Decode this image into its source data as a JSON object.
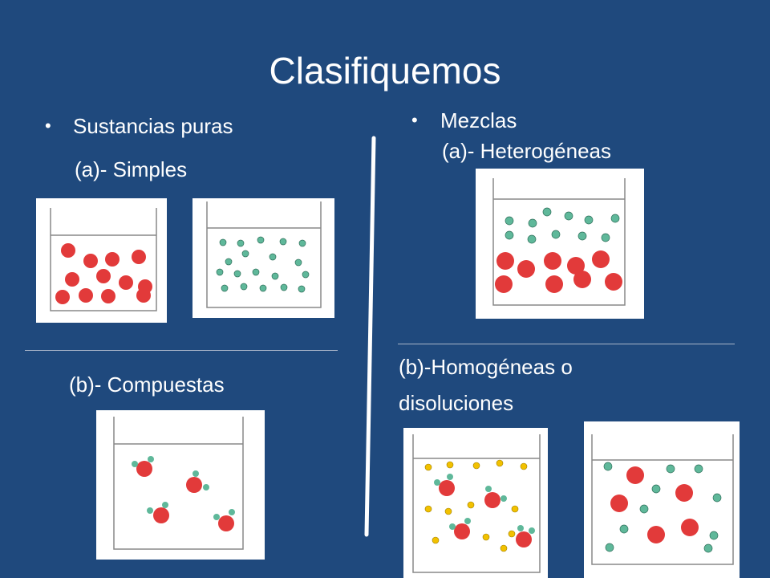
{
  "slide": {
    "title": "Clasifiquemos",
    "left": {
      "bullet": "•",
      "heading": "Sustancias puras",
      "simple_label": "(a)- Simples",
      "compound_label": "(b)- Compuestas"
    },
    "right": {
      "bullet": "•",
      "heading": "Mezclas",
      "hetero_label": "(a)- Heterogéneas",
      "homo_label_line1": "(b)-Homogéneas o",
      "homo_label_line2": "disoluciones"
    }
  },
  "colors": {
    "background": "#1f497d",
    "text": "#ffffff",
    "red_particle": "#e23a3a",
    "green_particle": "#5fb89a",
    "yellow_particle": "#f2c100"
  }
}
